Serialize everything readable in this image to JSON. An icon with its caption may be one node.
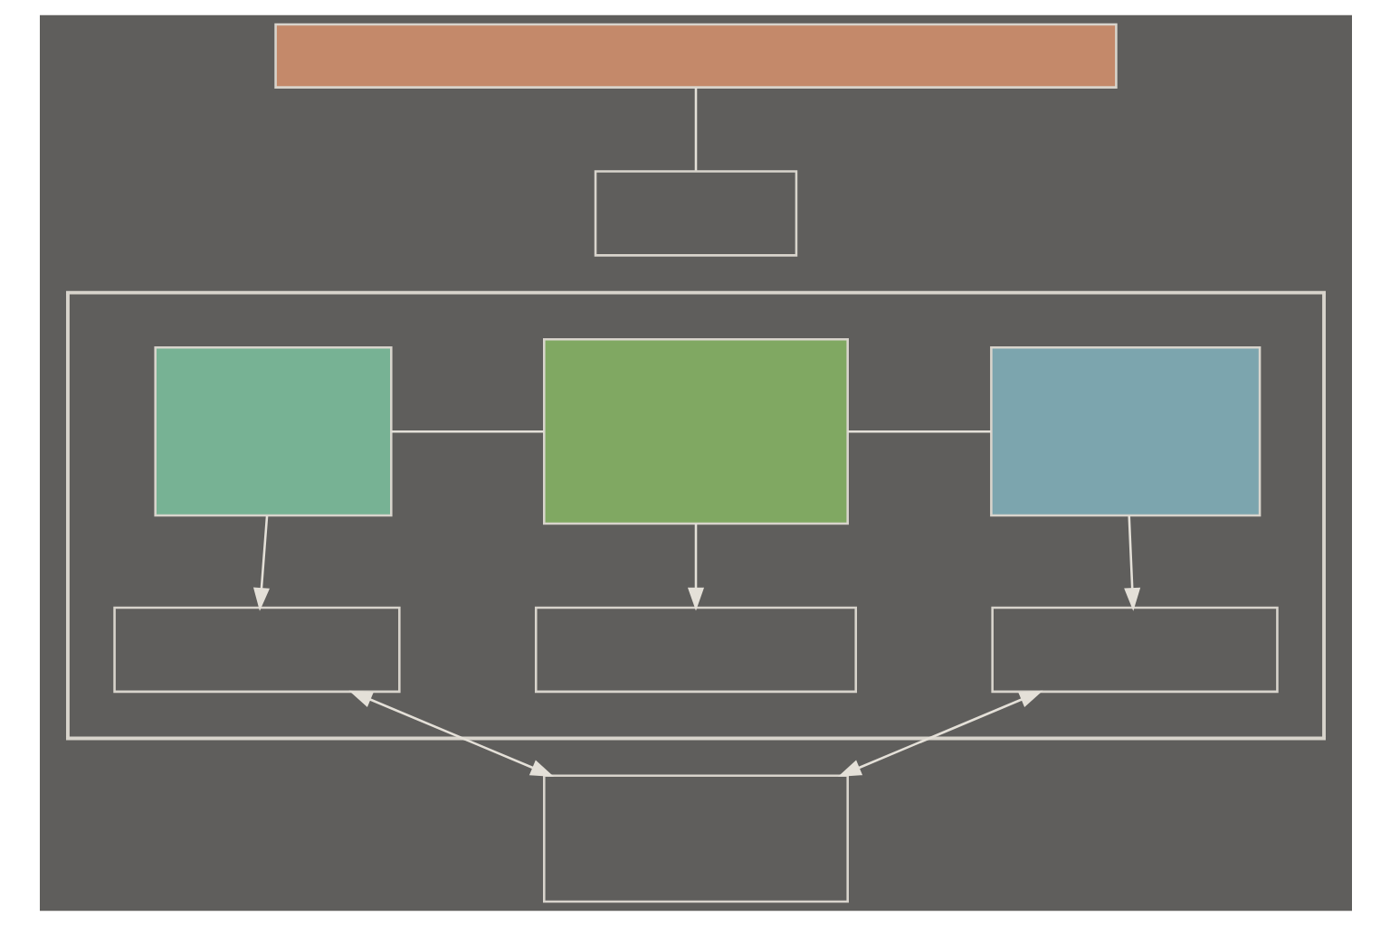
{
  "diagram": {
    "nodes": [
      {
        "text": [],
        "shape": "bar"
      },
      {
        "text": [],
        "shape": "box"
      },
      {
        "text": [],
        "shape": "box"
      },
      {
        "text": [],
        "shape": "box",
        "in": 2
      },
      {
        "text": [],
        "shape": "box",
        "in": 2
      },
      {
        "text": [],
        "shape": "box",
        "in": 2
      },
      {
        "text": [],
        "shape": "box",
        "in": 2
      },
      {
        "text": [],
        "shape": "box",
        "in": 2
      },
      {
        "text": [],
        "shape": "box",
        "in": 2
      },
      {
        "text": [],
        "shape": "box"
      }
    ],
    "edges": [
      {
        "from": 0,
        "to": 1,
        "arrow": "none"
      },
      {
        "from": 3,
        "to": 4,
        "arrow": "none"
      },
      {
        "from": 4,
        "to": 5,
        "arrow": "none"
      },
      {
        "from": 3,
        "to": 6,
        "arrow": "to"
      },
      {
        "from": 4,
        "to": 7,
        "arrow": "to"
      },
      {
        "from": 5,
        "to": 8,
        "arrow": "to"
      },
      {
        "from": 6,
        "to": 9,
        "arrow": "both"
      },
      {
        "from": 9,
        "to": 8,
        "arrow": "both"
      }
    ]
  }
}
